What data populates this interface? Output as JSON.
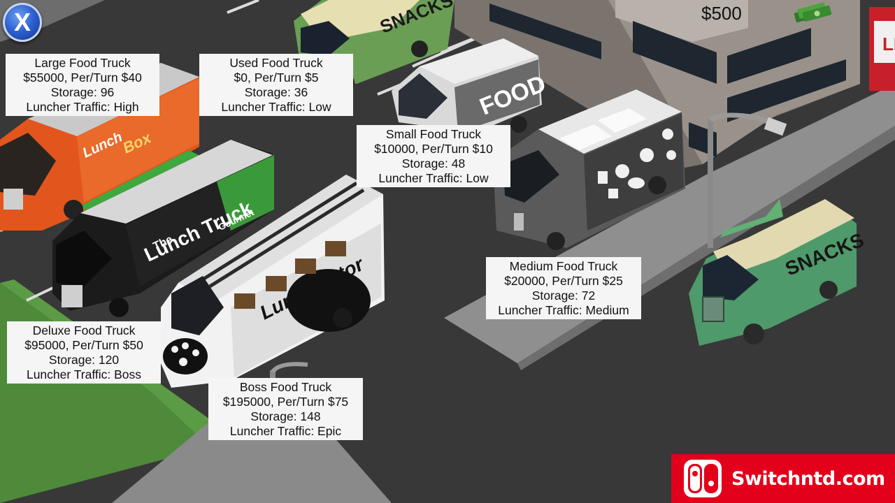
{
  "hud": {
    "close_label": "X",
    "money": "$500"
  },
  "store_sign": "LI",
  "trucks": {
    "large": {
      "name": "Large Food Truck",
      "price_line": "$55000, Per/Turn $40",
      "storage_line": "Storage: 96",
      "traffic_line": "Luncher Traffic: High",
      "livery_line1": "Lunch",
      "livery_line2": "Box"
    },
    "used": {
      "name": "Used Food Truck",
      "price_line": "$0, Per/Turn $5",
      "storage_line": "Storage: 36",
      "traffic_line": "Luncher Traffic: Low",
      "livery": "SNACKS"
    },
    "small": {
      "name": "Small Food Truck",
      "price_line": "$10000, Per/Turn $10",
      "storage_line": "Storage: 48",
      "traffic_line": "Luncher Traffic: Low",
      "livery": "FOOD"
    },
    "medium": {
      "name": "Medium Food Truck",
      "price_line": "$20000, Per/Turn $25",
      "storage_line": "Storage: 72",
      "traffic_line": "Luncher Traffic: Medium"
    },
    "deluxe": {
      "name": "Deluxe Food Truck",
      "price_line": "$95000, Per/Turn $50",
      "storage_line": "Storage: 120",
      "traffic_line": "Luncher Traffic: Boss",
      "livery_line1": "The",
      "livery_line2": "Lunch Truck",
      "livery_line3": "Gourmet"
    },
    "boss": {
      "name": "Boss Food Truck",
      "price_line": "$195000, Per/Turn $75",
      "storage_line": "Storage: 148",
      "traffic_line": "Luncher Traffic: Epic",
      "livery": "Lunchinator"
    },
    "street_snacks": {
      "livery": "SNACKS"
    }
  },
  "watermark": {
    "text": "Switchntd.com"
  },
  "colors": {
    "info_box_bg": "#f5f5f5",
    "asphalt": "#3a3a3a",
    "grass": "#4e8a3a",
    "watermark_red": "#e3001b"
  }
}
